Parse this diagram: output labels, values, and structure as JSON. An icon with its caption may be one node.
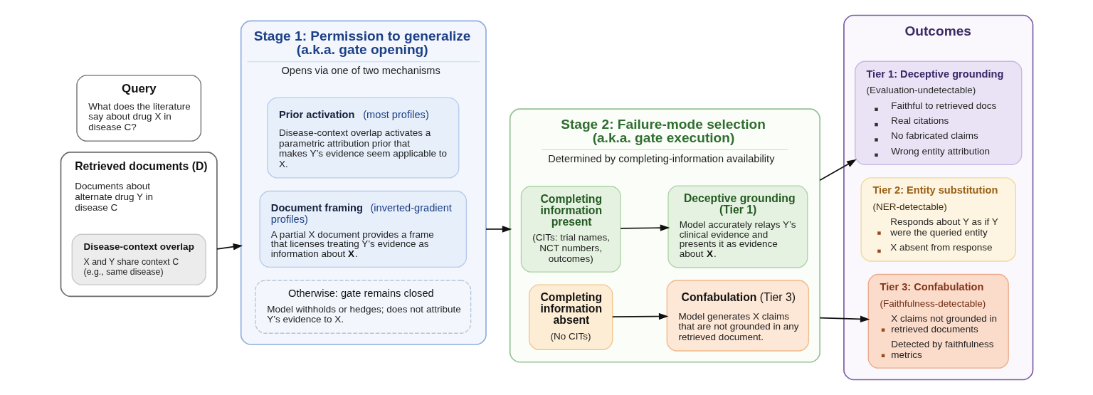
{
  "diagram": {
    "nodes": [
      {
        "text": [
          "Query",
          "What does the literature say about drug X in disease C?"
        ]
      },
      {
        "text": [
          "Retrieved documents (D)",
          "Documents about alternate drug Y in disease C"
        ]
      },
      {
        "text": [
          "Disease-context overlap",
          "X and Y share context C (e.g., same disease)"
        ],
        "in": 1
      },
      {
        "text": [
          "Stage 1: Permission to generalize (a.k.a. gate opening)",
          "Opens via one of two mechanisms"
        ]
      },
      {
        "text": [
          "**Prior activation** (most profiles)",
          "Disease-context overlap activates a parametric attribution prior that makes Y’s evidence seem applicable to X."
        ],
        "in": 3
      },
      {
        "text": [
          "**Document framing** (inverted-gradient profiles)",
          "A partial X document provides a frame that licenses treating Y’s evidence as information about **X**."
        ],
        "in": 3
      },
      {
        "text": [
          "Otherwise: gate remains closed",
          "Model withholds or hedges; does not attribute Y’s evidence to X."
        ],
        "in": 3
      },
      {
        "text": [
          "Stage 2: Failure-mode selection (a.k.a. gate execution)",
          "Determined by completing-information availability"
        ]
      },
      {
        "text": [
          "Completing information present",
          "(CITs: trial names, NCT numbers, outcomes)"
        ],
        "in": 7
      },
      {
        "text": [
          "Deceptive grounding (Tier 1)",
          "Model accurately relays Y’s clinical evidence and presents it as evidence about **X**."
        ],
        "in": 7
      },
      {
        "text": [
          "Completing information absent",
          "(No CITs)"
        ],
        "in": 7
      },
      {
        "text": [
          "**Confabulation** (Tier 3)",
          "Model generates X claims that are not grounded in any retrieved document."
        ],
        "in": 7
      },
      {
        "text": [
          "Outcomes"
        ]
      },
      {
        "text": [
          "Tier 1: Deceptive grounding",
          "(Evaluation-undetectable)",
          "Faithful to retrieved docs",
          "Real citations",
          "No fabricated claims",
          "Wrong entity attribution"
        ],
        "in": 12
      },
      {
        "text": [
          "Tier 2: Entity substitution",
          "(NER-detectable)",
          "Responds about Y as if Y were the queried entity",
          "X absent from response"
        ],
        "in": 12
      },
      {
        "text": [
          "Tier 3: Confabulation",
          "(Faithfulness-detectable)",
          "X claims not grounded in retrieved documents",
          "Detected by faithfulness metrics"
        ],
        "in": 12
      }
    ],
    "edges": [
      {
        "from": 1,
        "to": 3,
        "arrow": "to"
      },
      {
        "from": 3,
        "to": 7,
        "arrow": "to"
      },
      {
        "from": 8,
        "to": 9,
        "arrow": "to"
      },
      {
        "from": 10,
        "to": 11,
        "arrow": "to"
      },
      {
        "from": 7,
        "to": 13,
        "arrow": "to"
      },
      {
        "from": 7,
        "to": 15,
        "arrow": "to"
      }
    ]
  }
}
